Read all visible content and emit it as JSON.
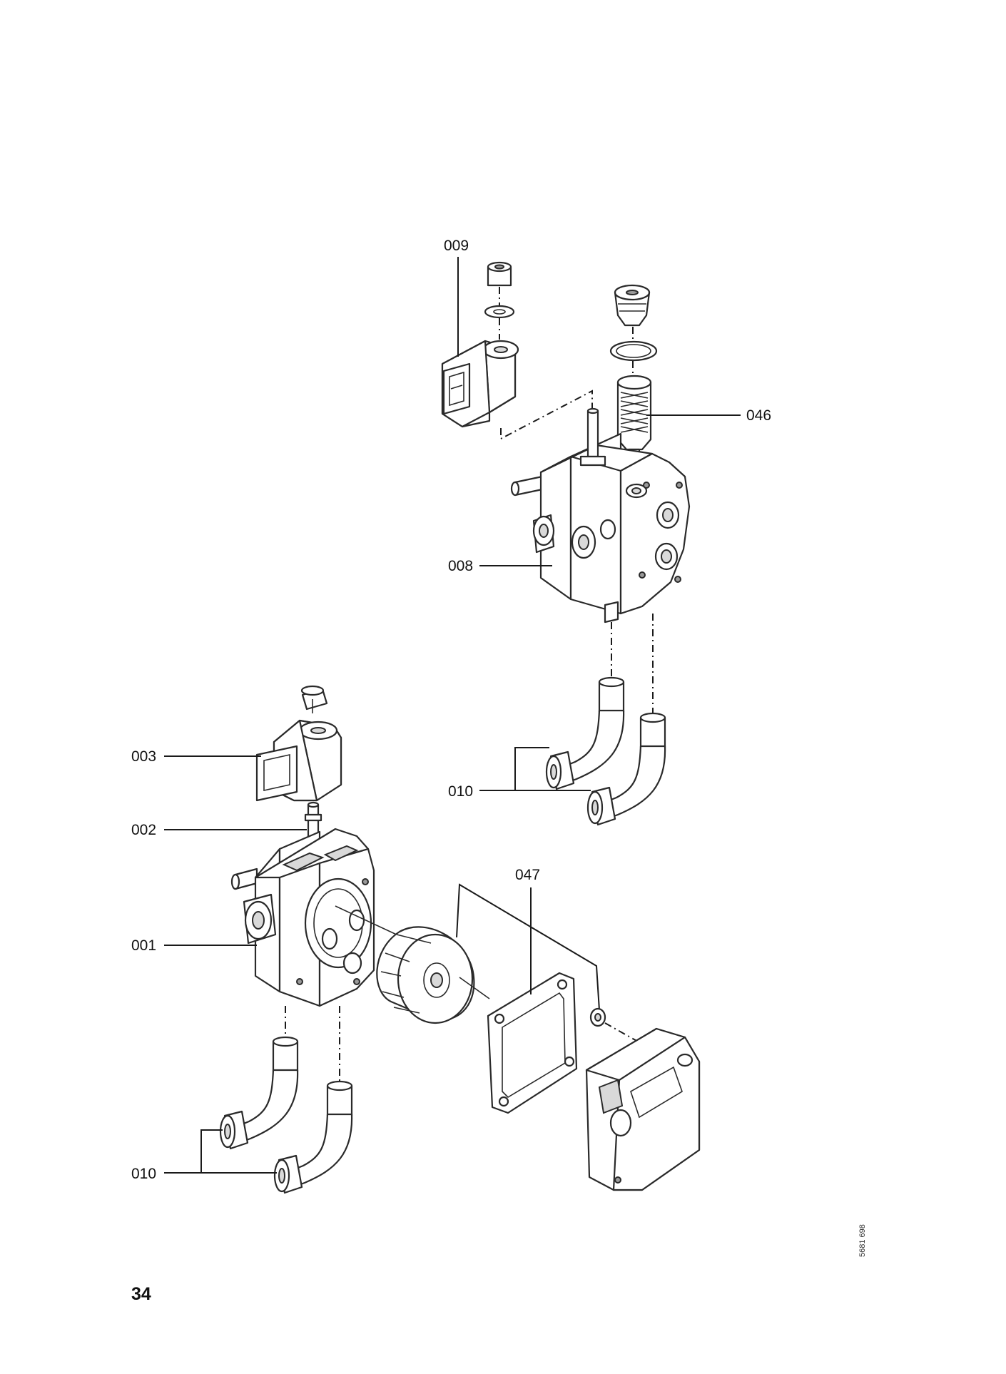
{
  "labels": {
    "p009": "009",
    "p046": "046",
    "p008": "008",
    "p010_top": "010",
    "p003": "003",
    "p002": "002",
    "p001": "001",
    "p047": "047",
    "p010_bottom": "010"
  },
  "page_number": "34",
  "drawing_reference": "5681 698"
}
